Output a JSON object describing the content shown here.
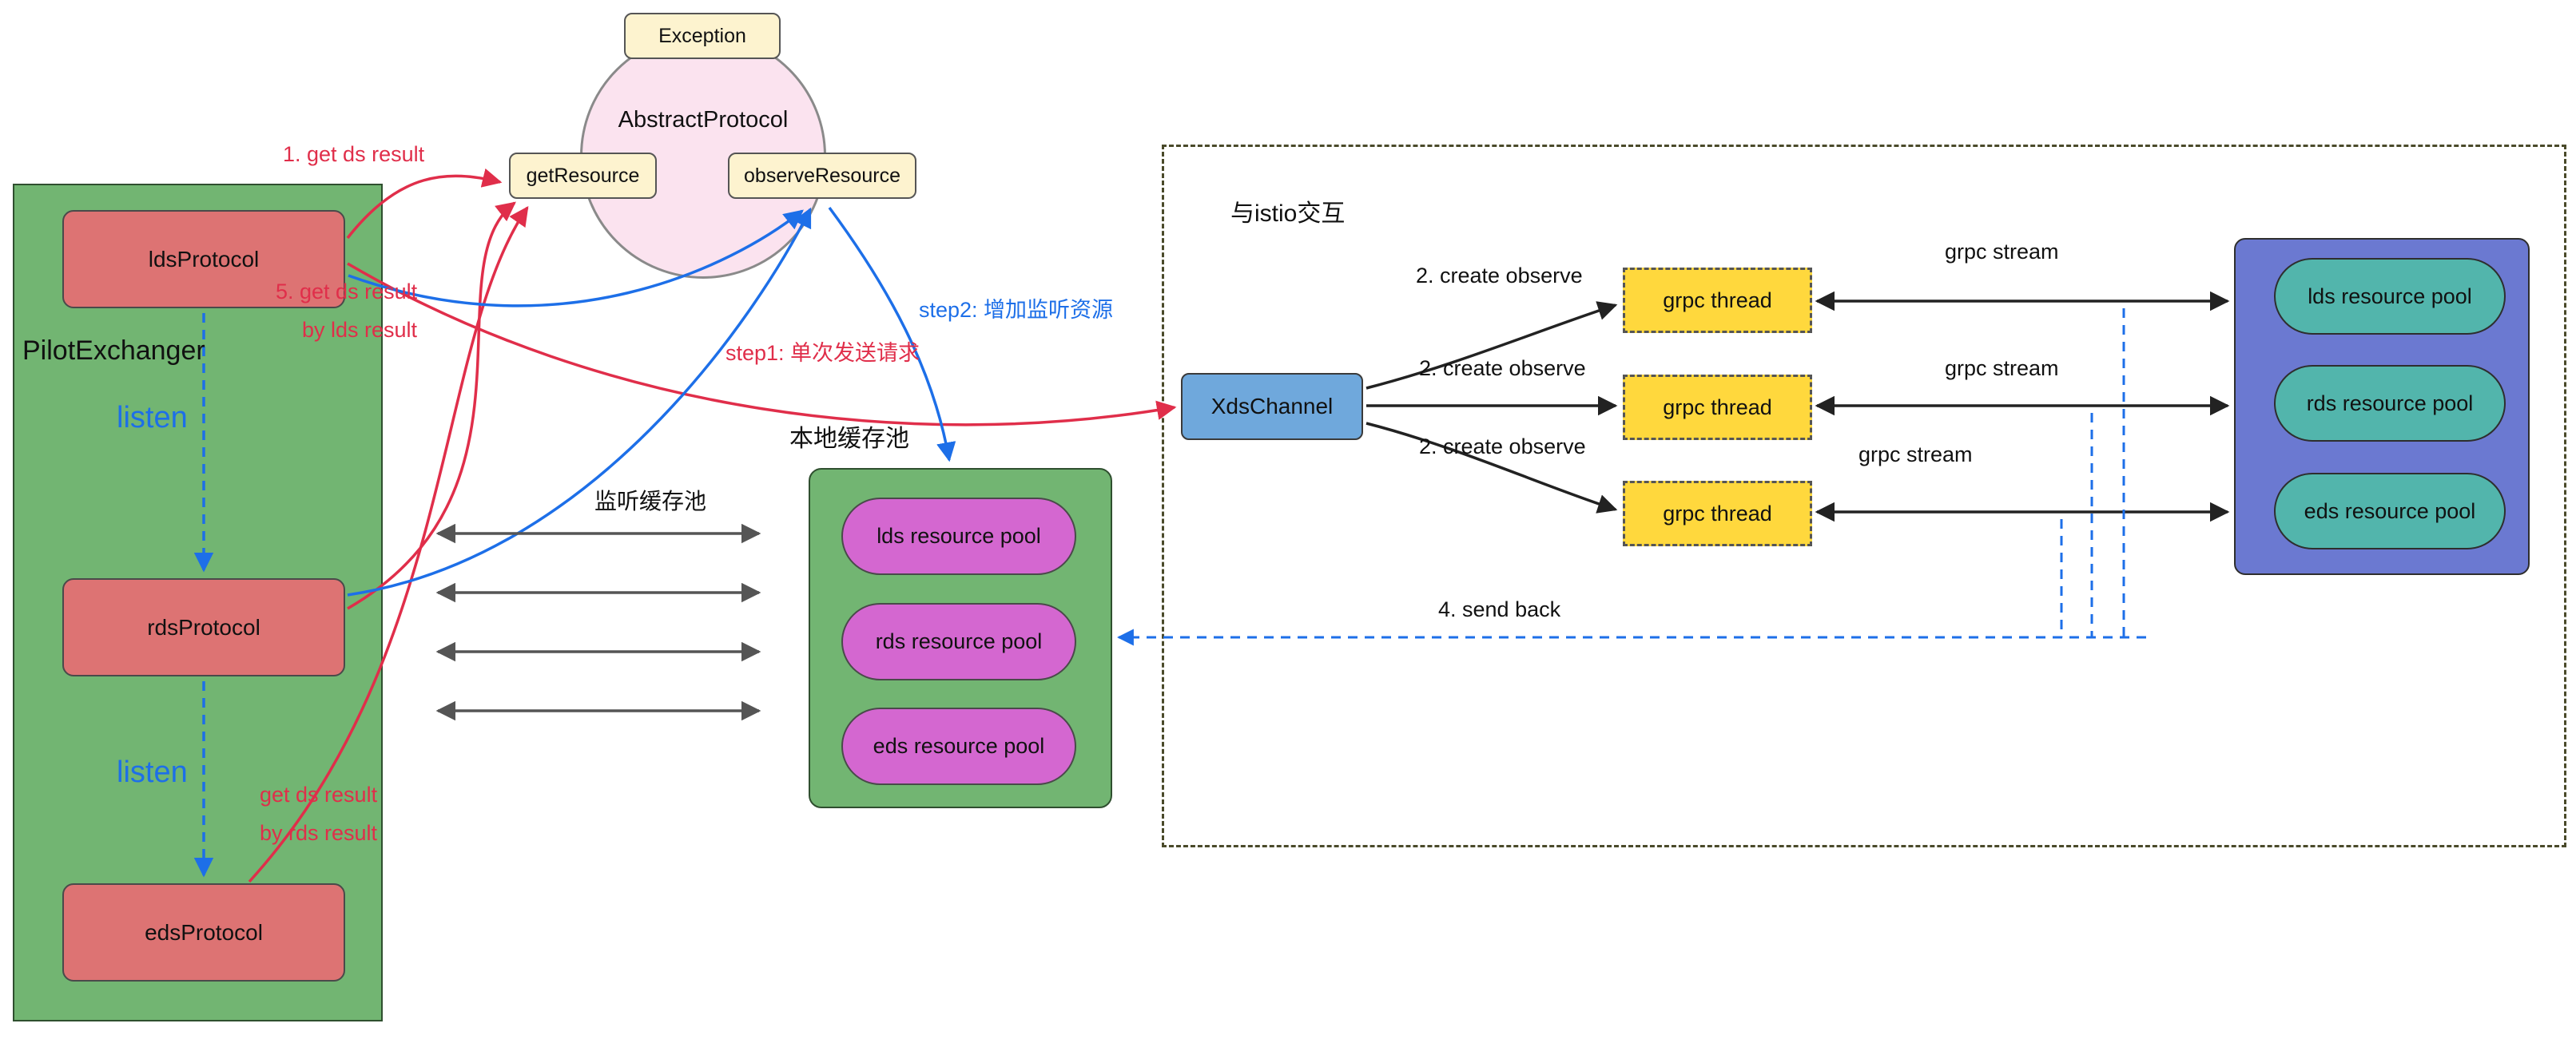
{
  "pilot_exchanger": {
    "title": "PilotExchanger",
    "listen_1": "listen",
    "listen_2": "listen",
    "lds": "ldsProtocol",
    "rds": "rdsProtocol",
    "eds": "edsProtocol"
  },
  "abstract_protocol": {
    "title": "AbstractProtocol",
    "exception": "Exception",
    "get_resource": "getResource",
    "observe_resource": "observeResource"
  },
  "annotations": {
    "step_1_get": "1. get ds result",
    "step_5_line1": "5. get ds result",
    "step_5_line2": "by lds result",
    "get_by_rds_line1": "get ds result",
    "get_by_rds_line2": "by rds result",
    "step1_send": "step1: 单次发送请求",
    "step2_observe": "step2: 增加监听资源",
    "listen_cache_pool": "监听缓存池",
    "send_back": "4. send back"
  },
  "local_cache": {
    "title": "本地缓存池",
    "pool_1": "lds resource pool",
    "pool_2": "rds resource pool",
    "pool_3": "eds resource pool"
  },
  "istio_box": {
    "title": "与istio交互",
    "xds_channel": "XdsChannel",
    "create_observe_1": "2. create  observe",
    "create_observe_2": "2. create observe",
    "create_observe_3": "2. create observe",
    "grpc_thread_1": "grpc thread",
    "grpc_thread_2": "grpc thread",
    "grpc_thread_3": "grpc thread",
    "grpc_stream_1": "grpc stream",
    "grpc_stream_2": "grpc stream",
    "grpc_stream_3": "grpc stream",
    "pool_1": "lds resource pool",
    "pool_2": "rds resource pool",
    "pool_3": "eds resource pool"
  },
  "colors": {
    "green_box": "#72b572",
    "red_node": "#dd7373",
    "magenta_pool": "#d467d0",
    "teal_pool": "#52b5ac",
    "purple_box": "#6b79d1",
    "blue_node": "#6fa8dc",
    "yellow_node": "#fdf3cf",
    "grpc_yellow": "#ffd83d",
    "circle_pink": "#fbe3ef",
    "red_arrow": "#e02e4a",
    "blue_arrow": "#1d6fe8",
    "black_arrow": "#222222",
    "gray_arrow": "#555555"
  }
}
